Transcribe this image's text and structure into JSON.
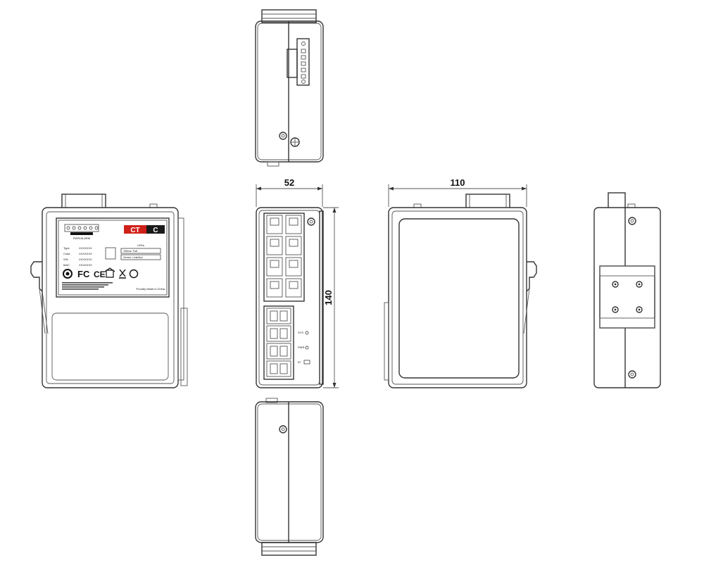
{
  "dimensions": {
    "depth": "52",
    "width": "110",
    "height": "140"
  },
  "label_text": {
    "brand_left": "CT",
    "brand_right": "C",
    "power_caption": "PWR/ALARM",
    "rows": [
      {
        "key": "Type",
        "value": "XXXXXXX"
      },
      {
        "key": "Code",
        "value": "XXXXXXX"
      },
      {
        "key": "S/N",
        "value": "XXXXXXX"
      },
      {
        "key": "MAC",
        "value": "XXXXXXX"
      }
    ],
    "led_legend_title": "LEDs",
    "led_legend_yellow": "Yellow: Full",
    "led_legend_green": "Green: Link/Act",
    "cert_marks": [
      "FC",
      "CE"
    ],
    "made_in": "Proudly Made in China"
  },
  "port_labels": {
    "sys": "SYS",
    "pwr": "PWR",
    "usb": "IO"
  },
  "colors": {
    "line": "#333333",
    "label_panel": "#111111",
    "brand_red": "#d0201a",
    "background": "#ffffff"
  }
}
